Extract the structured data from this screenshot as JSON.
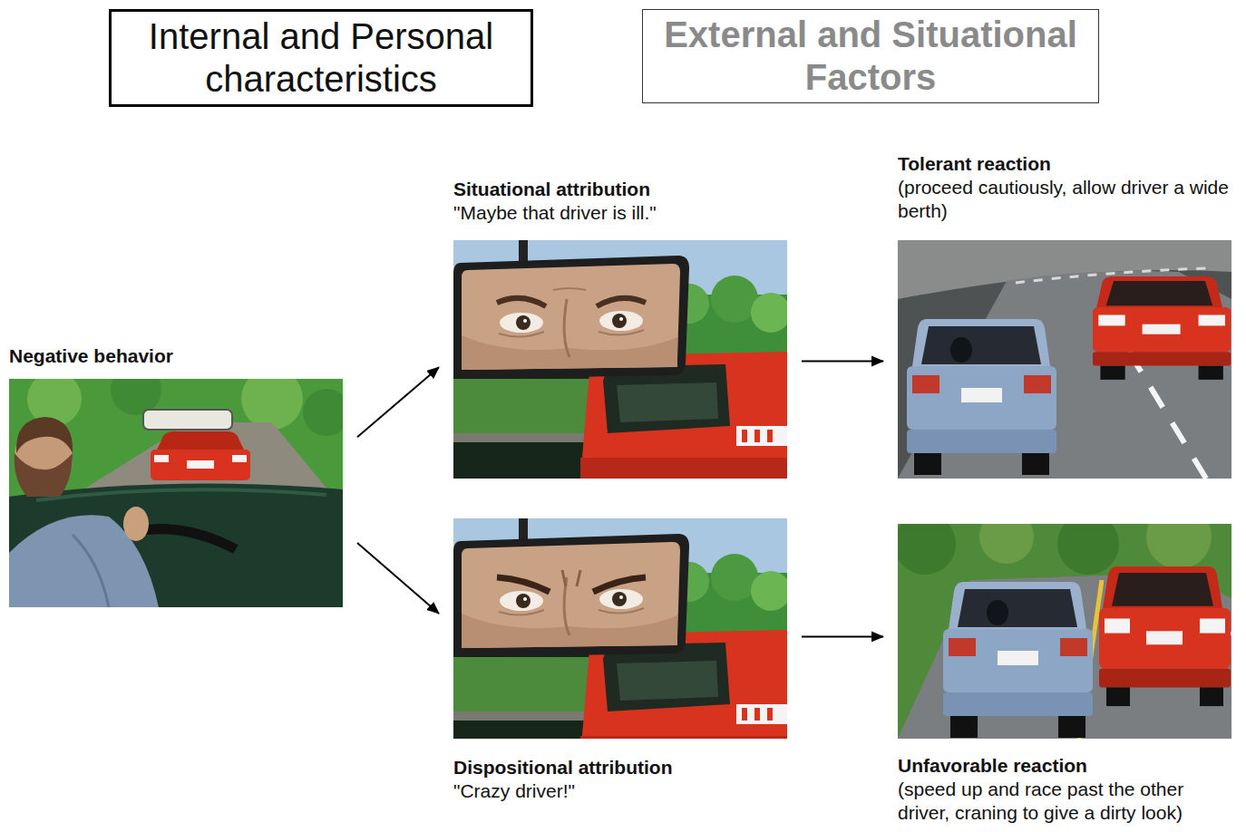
{
  "diagram": {
    "nodes": [
      {
        "text": [
          "Internal and Personal characteristics"
        ]
      },
      {
        "text": [
          "External and Situational Factors"
        ]
      },
      {
        "text": [
          "Negative behavior"
        ]
      },
      {
        "text": [
          "Situational attribution",
          "\"Maybe that driver is ill.\""
        ]
      },
      {
        "text": [
          "Tolerant reaction",
          "(proceed cautiously, allow driver a wide berth)"
        ]
      },
      {
        "text": [
          "Dispositional attribution",
          "\"Crazy driver!\""
        ]
      },
      {
        "text": [
          "Unfavorable reaction",
          "(speed up and race past the other driver, craning to give a dirty look)"
        ]
      }
    ],
    "edges": [
      {
        "from": 2,
        "to": 3,
        "arrow": "to"
      },
      {
        "from": 2,
        "to": 5,
        "arrow": "to"
      },
      {
        "from": 3,
        "to": 4,
        "arrow": "to"
      },
      {
        "from": 5,
        "to": 6,
        "arrow": "to"
      }
    ]
  }
}
